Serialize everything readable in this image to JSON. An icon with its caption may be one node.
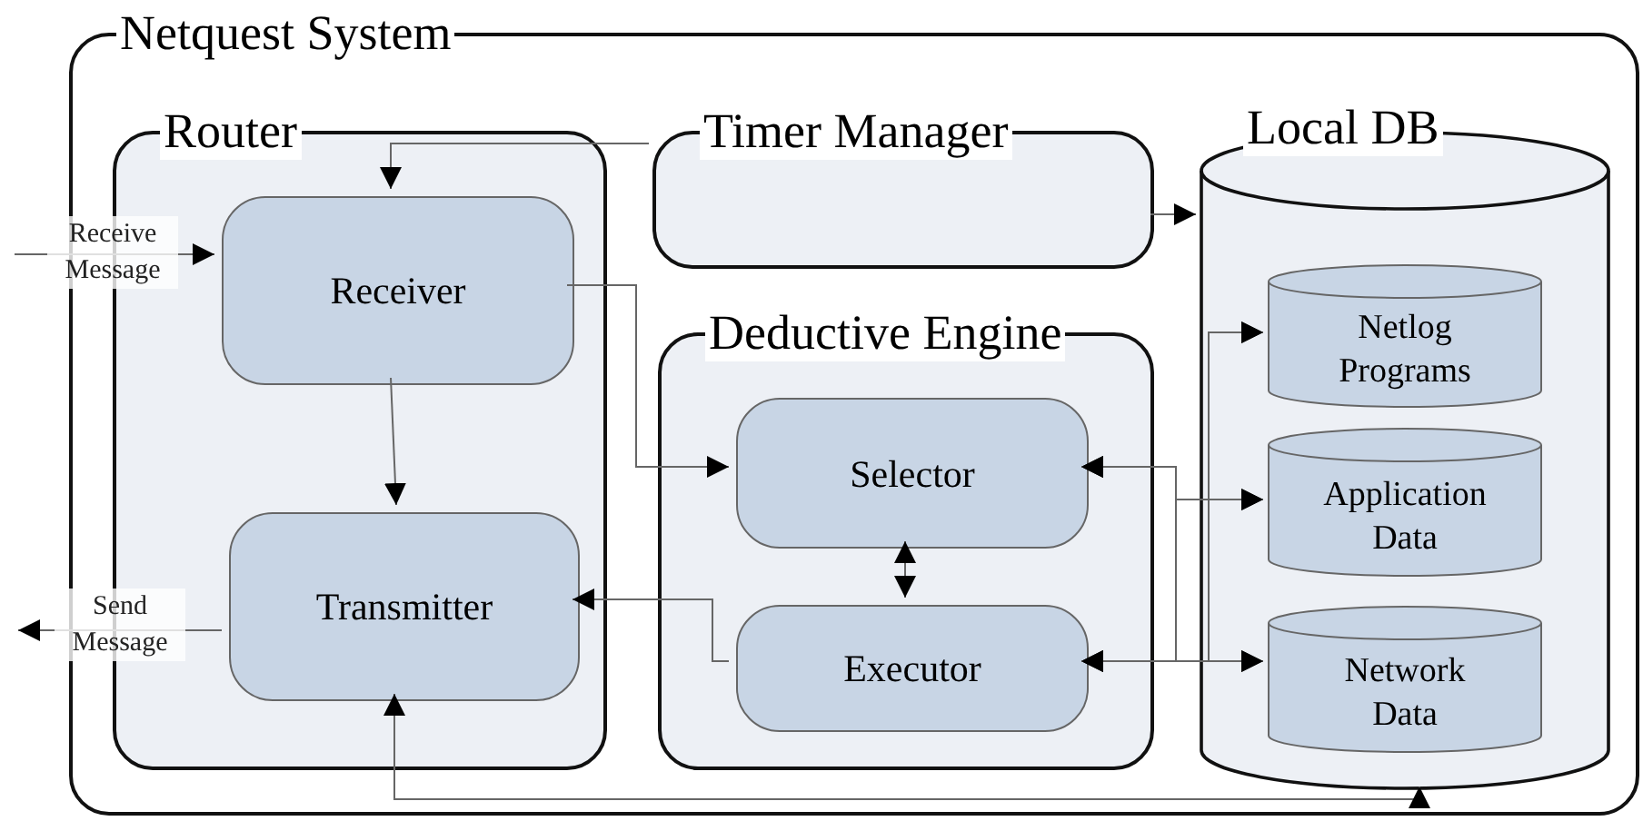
{
  "diagram": {
    "nodes": [
      {
        "text": [
          "Netquest System"
        ]
      },
      {
        "text": [
          "Router"
        ],
        "in": 0
      },
      {
        "text": [
          "Receiver"
        ],
        "in": 1
      },
      {
        "text": [
          "Transmitter"
        ],
        "in": 1
      },
      {
        "text": [
          "Timer Manager"
        ],
        "in": 0
      },
      {
        "text": [
          "Deductive Engine"
        ],
        "in": 0
      },
      {
        "text": [
          "Selector"
        ],
        "in": 5
      },
      {
        "text": [
          "Executor"
        ],
        "in": 5
      },
      {
        "text": [
          "Local DB"
        ],
        "in": 0
      },
      {
        "text": [
          "Netlog Programs"
        ],
        "in": 8
      },
      {
        "text": [
          "Application Data"
        ],
        "in": 8
      },
      {
        "text": [
          "Network Data"
        ],
        "in": 8
      }
    ],
    "edges": [
      {
        "from": null,
        "to": 2,
        "arrow": "to",
        "label": "Receive Message"
      },
      {
        "from": 3,
        "to": null,
        "arrow": "to",
        "label": "Send Message"
      },
      {
        "from": 2,
        "to": 3,
        "arrow": "to"
      },
      {
        "from": 4,
        "to": 2,
        "arrow": "to"
      },
      {
        "from": 4,
        "to": 8,
        "arrow": "to"
      },
      {
        "from": 2,
        "to": 6,
        "arrow": "to"
      },
      {
        "from": 7,
        "to": 3,
        "arrow": "to"
      },
      {
        "from": 6,
        "to": 7,
        "arrow": "both"
      },
      {
        "from": 6,
        "to": 9,
        "arrow": "both"
      },
      {
        "from": 6,
        "to": 10,
        "arrow": "both"
      },
      {
        "from": 6,
        "to": 11,
        "arrow": "both"
      },
      {
        "from": 7,
        "to": 9,
        "arrow": "both"
      },
      {
        "from": 7,
        "to": 10,
        "arrow": "both"
      },
      {
        "from": 7,
        "to": 11,
        "arrow": "both"
      },
      {
        "from": 8,
        "to": 3,
        "arrow": "both"
      }
    ]
  }
}
